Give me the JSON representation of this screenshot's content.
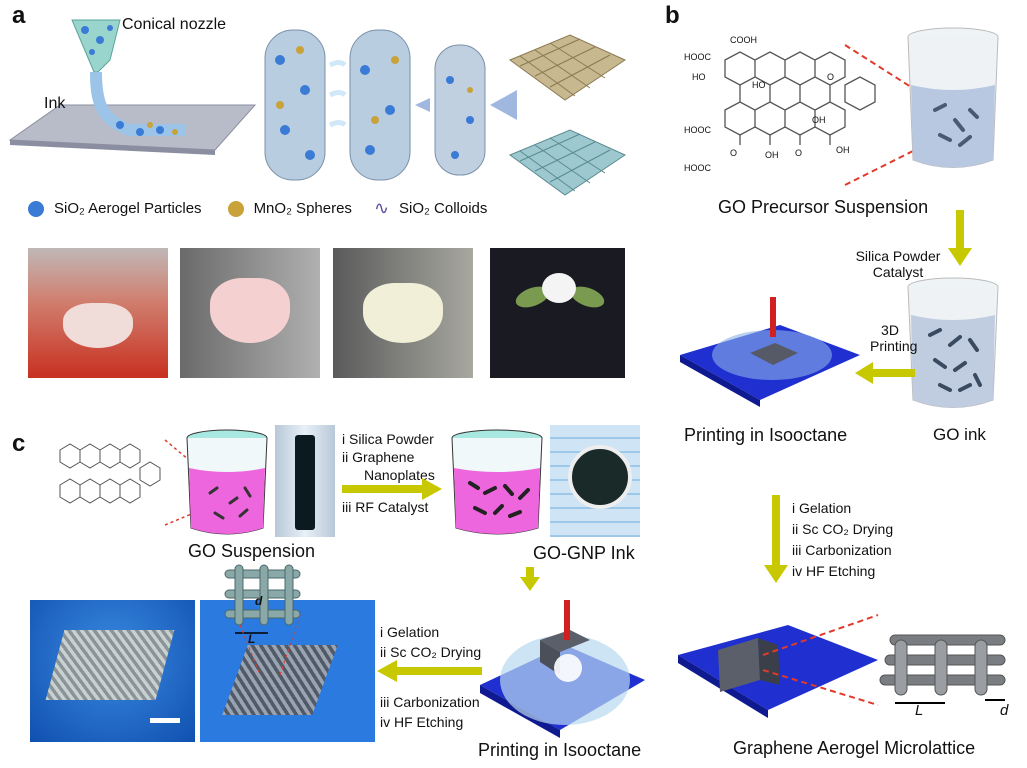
{
  "panels": {
    "a": {
      "label": "a",
      "conical_nozzle": "Conical nozzle",
      "ink": "Ink",
      "legend": [
        "SiO₂ Aerogel Particles",
        "MnO₂ Spheres",
        "SiO₂ Colloids"
      ],
      "colors": {
        "sio2": "#3a7bd5",
        "mno2": "#c9a23a",
        "colloid": "#5b4fa8"
      }
    },
    "b": {
      "label": "b",
      "molecule_groups": [
        "COOH",
        "HOOC",
        "HO",
        "HO",
        "O",
        "OH",
        "HOOC",
        "O",
        "OH",
        "O",
        "OH",
        "HOOC"
      ],
      "go_precursor": "GO Precursor Suspension",
      "silica_catalyst": [
        "Silica Powder",
        "Catalyst"
      ],
      "printing_3d": [
        "3D",
        "Printing"
      ],
      "printing_isooctane": "Printing in Isooctane",
      "go_ink": "GO ink",
      "steps": [
        "i  Gelation",
        "ii  Sc CO₂ Drying",
        "iii  Carbonization",
        "iv  HF Etching"
      ],
      "lattice_L": "L",
      "lattice_d": "d",
      "aerogel": "Graphene Aerogel Microlattice"
    },
    "c": {
      "label": "c",
      "go_suspension": "GO Suspension",
      "mix_steps": [
        "i  Silica Powder",
        "ii  Graphene",
        "Nanoplates",
        "iii  RF Catalyst"
      ],
      "go_gnp_ink": "GO-GNP Ink",
      "lattice_L": "L",
      "lattice_d": "d",
      "steps": [
        "i  Gelation",
        "ii  Sc CO₂ Drying",
        "iii  Carbonization",
        "iv  HF Etching"
      ],
      "printing_isooctane": "Printing in Isooctane"
    }
  },
  "colors": {
    "arrow": "#c8c800",
    "plate": "#1f2fd0",
    "pink": "#ee66dd",
    "dashed": "#e03a2a"
  }
}
